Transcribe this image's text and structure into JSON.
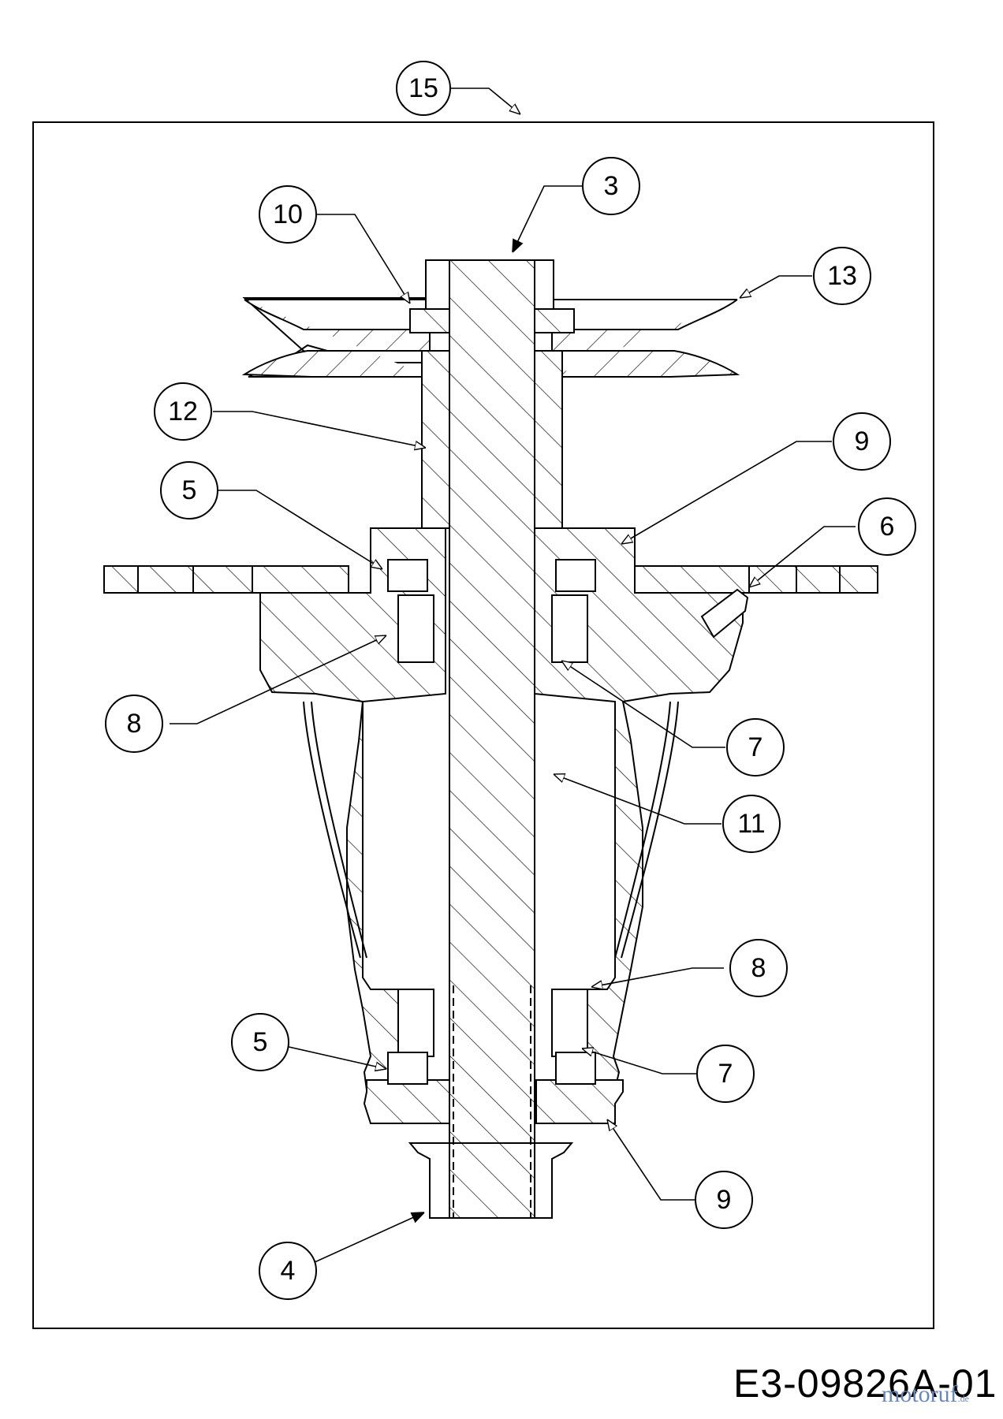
{
  "drawing": {
    "id": "E3-09826A-01",
    "watermark": "motoruf",
    "watermark_suffix": ".de"
  },
  "callouts": [
    {
      "key": "c15",
      "label": "15"
    },
    {
      "key": "c3",
      "label": "3"
    },
    {
      "key": "c10",
      "label": "10"
    },
    {
      "key": "c13",
      "label": "13"
    },
    {
      "key": "c12",
      "label": "12"
    },
    {
      "key": "c9a",
      "label": "9"
    },
    {
      "key": "c5a",
      "label": "5"
    },
    {
      "key": "c6",
      "label": "6"
    },
    {
      "key": "c8a",
      "label": "8"
    },
    {
      "key": "c7a",
      "label": "7"
    },
    {
      "key": "c11",
      "label": "11"
    },
    {
      "key": "c8b",
      "label": "8"
    },
    {
      "key": "c5b",
      "label": "5"
    },
    {
      "key": "c7b",
      "label": "7"
    },
    {
      "key": "c9b",
      "label": "9"
    },
    {
      "key": "c4",
      "label": "4"
    }
  ]
}
